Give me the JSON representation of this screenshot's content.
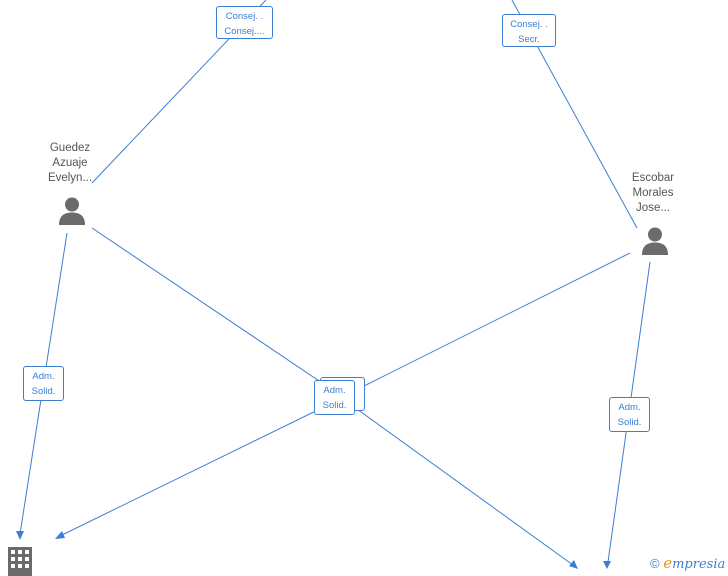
{
  "nodes": {
    "guedez": {
      "name_lines": [
        "Guedez",
        "Azuaje",
        "Evelyn..."
      ],
      "icon": "person-icon"
    },
    "escobar": {
      "name_lines": [
        "Escobar",
        "Morales",
        "Jose..."
      ],
      "icon": "person-icon"
    },
    "company": {
      "icon": "building-icon"
    }
  },
  "edge_labels": {
    "top_left": [
      "Consej. .",
      "Consej...."
    ],
    "top_right": [
      "Consej. .",
      "Secr."
    ],
    "left": [
      "Adm.",
      "Solid."
    ],
    "center": [
      "Adm.",
      "Solid."
    ],
    "right": [
      "Adm.",
      "Solid."
    ]
  },
  "brand": {
    "copyright": "©",
    "logo_first": "e",
    "logo_rest": "mpresia"
  },
  "colors": {
    "edge": "#3b7fd4",
    "node_icon": "#6b6b6b",
    "text": "#555555",
    "brand_accent": "#e29a1e"
  }
}
